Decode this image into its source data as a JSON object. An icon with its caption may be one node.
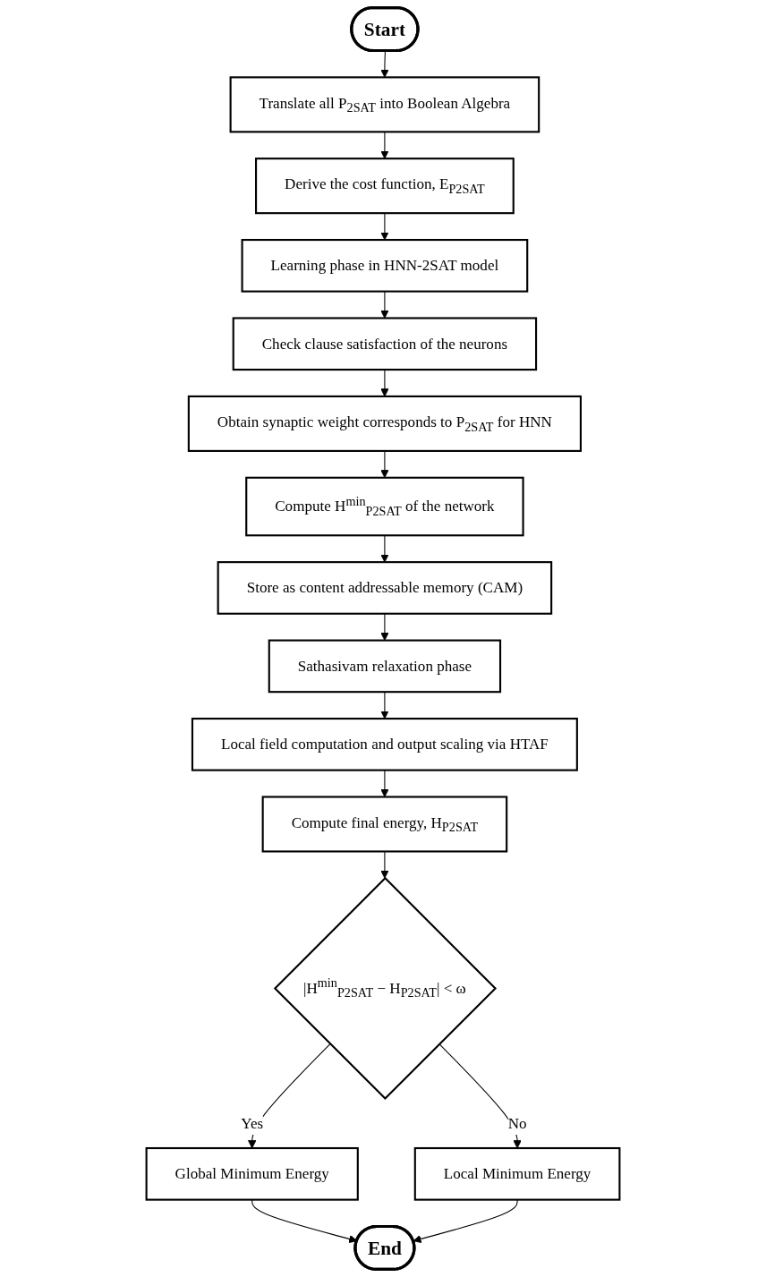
{
  "diagram": {
    "nodes": [
      {
        "text": [
          "Start"
        ]
      },
      {
        "text": [
          "Translate all P$_{2SAT}$ into Boolean Algebra"
        ]
      },
      {
        "text": [
          "Derive the cost function, E$_{P2SAT}$"
        ]
      },
      {
        "text": [
          "Learning phase in HNN-2SAT model"
        ]
      },
      {
        "text": [
          "Check clause satisfaction of the neurons"
        ]
      },
      {
        "text": [
          "Obtain synaptic weight corresponds to P$_{2SAT}$ for HNN"
        ]
      },
      {
        "text": [
          "Compute H$^{min}$$_{P2SAT}$ of the network"
        ]
      },
      {
        "text": [
          "Store as content addressable memory (CAM)"
        ]
      },
      {
        "text": [
          "Sathasivam relaxation phase"
        ]
      },
      {
        "text": [
          "Local field computation and output scaling via HTAF"
        ]
      },
      {
        "text": [
          "Compute final energy, H$_{P2SAT}$"
        ]
      },
      {
        "text": [
          "|H$^{min}$$_{P2SAT}$ − H$_{P2SAT}$| < ω"
        ]
      },
      {
        "text": [
          "Global Minimum Energy"
        ]
      },
      {
        "text": [
          "Local Minimum Energy"
        ]
      },
      {
        "text": [
          "End"
        ]
      }
    ],
    "edges": [
      {
        "from": 0,
        "to": 1,
        "arrow": "to"
      },
      {
        "from": 1,
        "to": 2,
        "arrow": "to"
      },
      {
        "from": 2,
        "to": 3,
        "arrow": "to"
      },
      {
        "from": 3,
        "to": 4,
        "arrow": "to"
      },
      {
        "from": 4,
        "to": 5,
        "arrow": "to"
      },
      {
        "from": 5,
        "to": 6,
        "arrow": "to"
      },
      {
        "from": 6,
        "to": 7,
        "arrow": "to"
      },
      {
        "from": 7,
        "to": 8,
        "arrow": "to"
      },
      {
        "from": 8,
        "to": 9,
        "arrow": "to"
      },
      {
        "from": 9,
        "to": 10,
        "arrow": "to"
      },
      {
        "from": 10,
        "to": 11,
        "arrow": "to"
      },
      {
        "from": 11,
        "to": 12,
        "arrow": "to",
        "label": "Yes"
      },
      {
        "from": 11,
        "to": 13,
        "arrow": "to",
        "label": "No"
      },
      {
        "from": 12,
        "to": 14,
        "arrow": "to"
      },
      {
        "from": 13,
        "to": 14,
        "arrow": "to"
      }
    ]
  }
}
